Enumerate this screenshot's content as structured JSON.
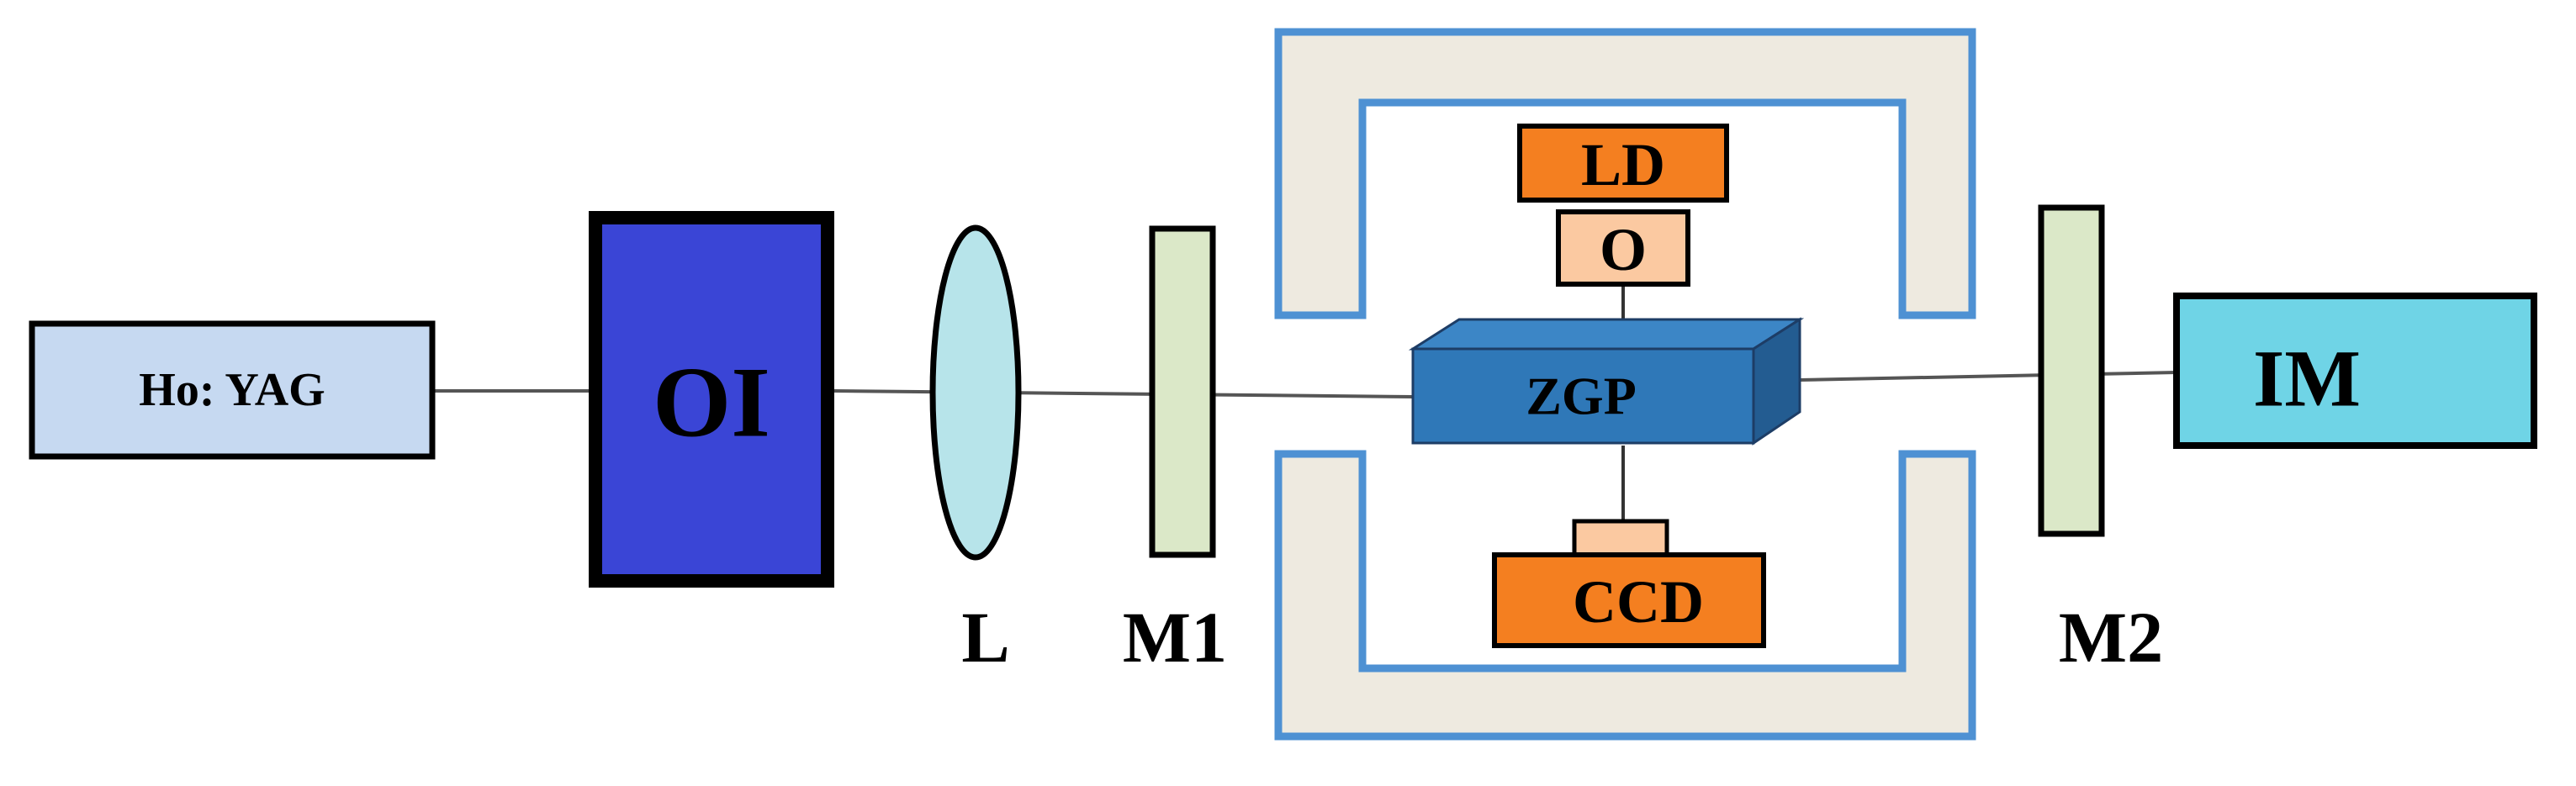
{
  "components": {
    "laser": "Ho: YAG",
    "isolator": "OI",
    "lens": "L",
    "mirror1": "M1",
    "laser_diode": "LD",
    "objective": "O",
    "crystal": "ZGP",
    "camera": "CCD",
    "mirror2": "M2",
    "imager": "IM"
  },
  "colors": {
    "laser_fill": "#c6d9f1",
    "isolator_fill": "#3a45d6",
    "lens_fill": "#b7e4ea",
    "mirror_fill": "#dbe8c8",
    "chamber_fill": "#eeeae0",
    "chamber_stroke": "#4e91d3",
    "orange_fill": "#f47f20",
    "objective_fill": "#fbc9a1",
    "crystal_front": "#2f78b8",
    "crystal_top": "#3c86c6",
    "crystal_side": "#235c91",
    "imager_fill": "#6fd4e6"
  }
}
